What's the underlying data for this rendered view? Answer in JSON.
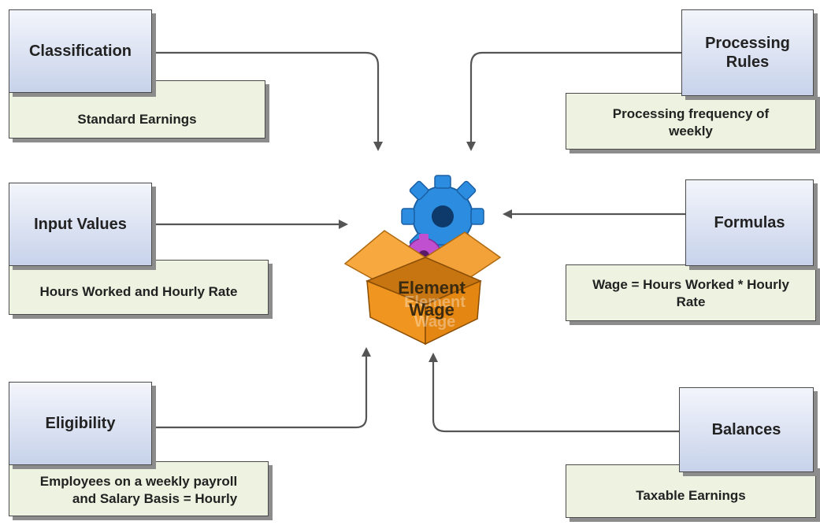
{
  "center": {
    "label": "Element\nWage"
  },
  "nodes": {
    "classification": {
      "title": "Classification",
      "description": "Standard Earnings"
    },
    "input_values": {
      "title": "Input Values",
      "description": "Hours Worked and Hourly Rate"
    },
    "eligibility": {
      "title": "Eligibility",
      "description": "Employees on a weekly payroll\nand Salary Basis = Hourly"
    },
    "processing_rules": {
      "title": "Processing\nRules",
      "description": "Processing frequency of\nweekly"
    },
    "formulas": {
      "title": "Formulas",
      "description": "Wage = Hours Worked * Hourly\nRate"
    },
    "balances": {
      "title": "Balances",
      "description": "Taxable Earnings"
    }
  },
  "colors": {
    "title_fill": "#c7d2ea",
    "description_fill": "#eef2e0",
    "box_orange": "#f0951f",
    "gear_blue": "#2c8de0",
    "gear_purple": "#c050d0"
  }
}
